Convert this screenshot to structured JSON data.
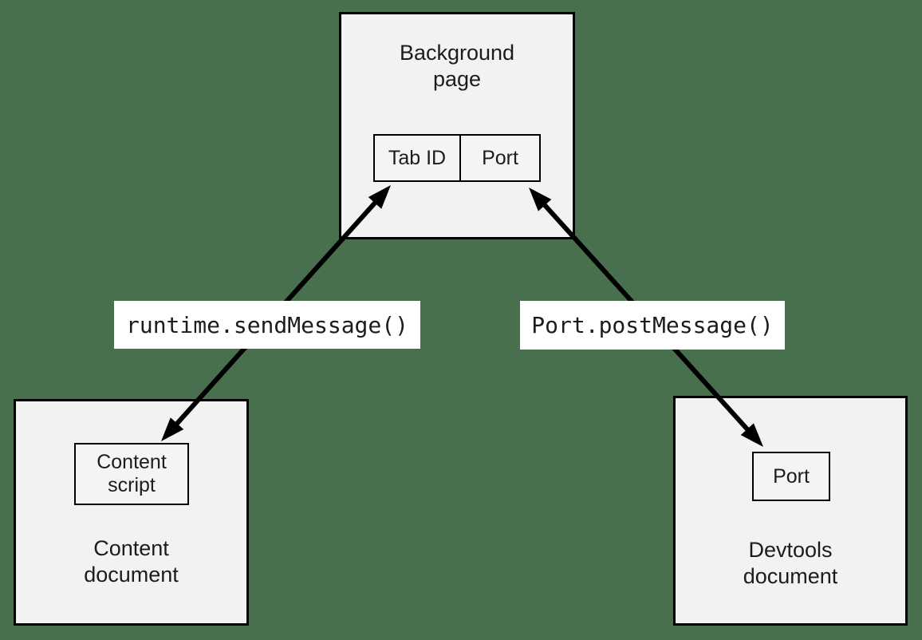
{
  "colors": {
    "bg": "#48704f",
    "node-fill": "#f2f2f2",
    "slot-fill": "#f4f4f4",
    "border": "#000000",
    "label-bg": "#ffffff",
    "text": "#1c1c1c"
  },
  "nodes": {
    "background_page": {
      "label": "Background\npage",
      "slots": [
        {
          "label": "Tab ID"
        },
        {
          "label": "Port"
        }
      ]
    },
    "content_document": {
      "label": "Content\ndocument",
      "inner": "Content\nscript"
    },
    "devtools_document": {
      "label": "Devtools\ndocument",
      "inner": "Port"
    }
  },
  "edges": [
    {
      "label": "runtime.sendMessage()",
      "from": "Content script",
      "to": "Background page Tab ID",
      "direction": "bidirectional"
    },
    {
      "label": "Port.postMessage()",
      "from": "Background page Port",
      "to": "Devtools document Port",
      "direction": "bidirectional"
    }
  ]
}
